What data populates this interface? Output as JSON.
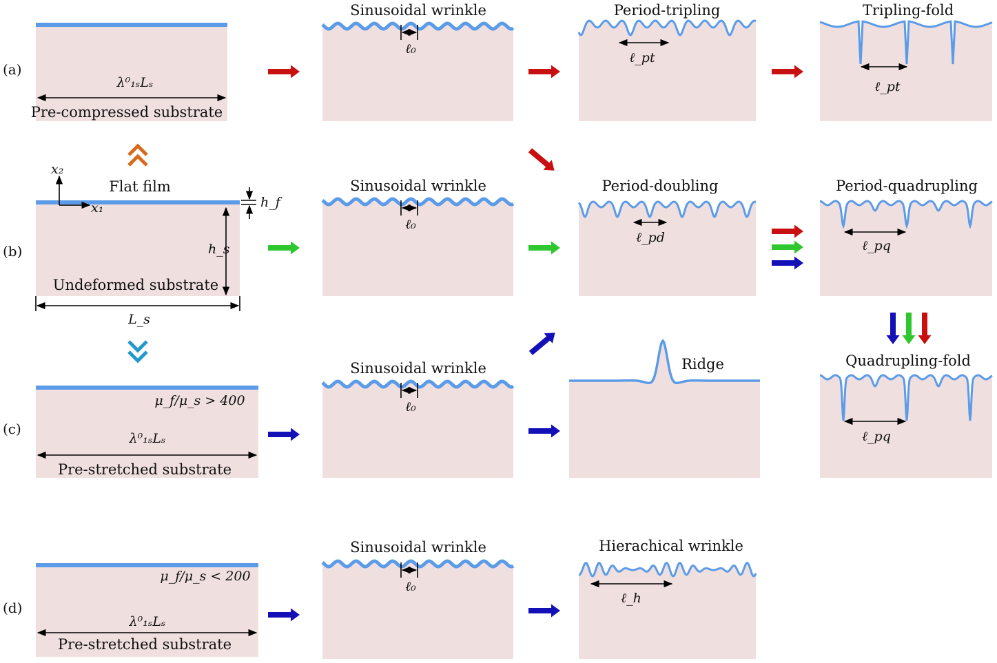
{
  "colors": {
    "substrate": "#f0dfdf",
    "film": "#5b9be8",
    "red_arrow": "#c81010",
    "green_arrow": "#2ec82e",
    "blue_arrow": "#1410b8",
    "orange_chevron": "#d86a1e",
    "cyan_chevron": "#2299cc"
  },
  "rows": [
    {
      "label": "(a)"
    },
    {
      "label": "(b)"
    },
    {
      "label": "(c)"
    },
    {
      "label": "(d)"
    }
  ],
  "panels": {
    "a_substrate": {
      "caption": "Pre-compressed substrate",
      "length_label": "λ⁰₁ₛLₛ"
    },
    "b_substrate": {
      "title": "Flat film",
      "caption": "Undeformed substrate",
      "x2": "x₂",
      "x1": "x₁",
      "hf": "h_f",
      "hs": "h_s",
      "Ls": "L_s"
    },
    "c_substrate": {
      "ratio": "μ_f/μ_s > 400",
      "length_label": "λ⁰₁ₛLₛ",
      "caption": "Pre-stretched substrate"
    },
    "d_substrate": {
      "ratio": "μ_f/μ_s < 200",
      "length_label": "λ⁰₁ₛLₛ",
      "caption": "Pre-stretched substrate"
    },
    "sinusoidal_titles": [
      "Sinusoidal wrinkle",
      "Sinusoidal wrinkle",
      "Sinusoidal wrinkle",
      "Sinusoidal wrinkle"
    ],
    "sinusoidal_wavelength": "ℓ₀",
    "period_tripling": {
      "title": "Period-tripling",
      "wavelength": "ℓ_pt"
    },
    "tripling_fold": {
      "title": "Tripling-fold",
      "wavelength": "ℓ_pt"
    },
    "period_doubling": {
      "title": "Period-doubling",
      "wavelength": "ℓ_pd"
    },
    "period_quadrupling": {
      "title": "Period-quadrupling",
      "wavelength": "ℓ_pq"
    },
    "ridge": {
      "title": "Ridge"
    },
    "quadrupling_fold": {
      "title": "Quadrupling-fold",
      "wavelength": "ℓ_pq"
    },
    "hierarchical": {
      "title": "Hierachical wrinkle",
      "wavelength": "ℓ_h"
    }
  },
  "transitions": [
    {
      "from": "flat film",
      "to": "pre-compressed substrate",
      "shape": "double-chevron-up",
      "color": "orange_chevron"
    },
    {
      "from": "flat film",
      "to": "pre-stretched substrate",
      "shape": "double-chevron-down",
      "color": "cyan_chevron"
    }
  ]
}
